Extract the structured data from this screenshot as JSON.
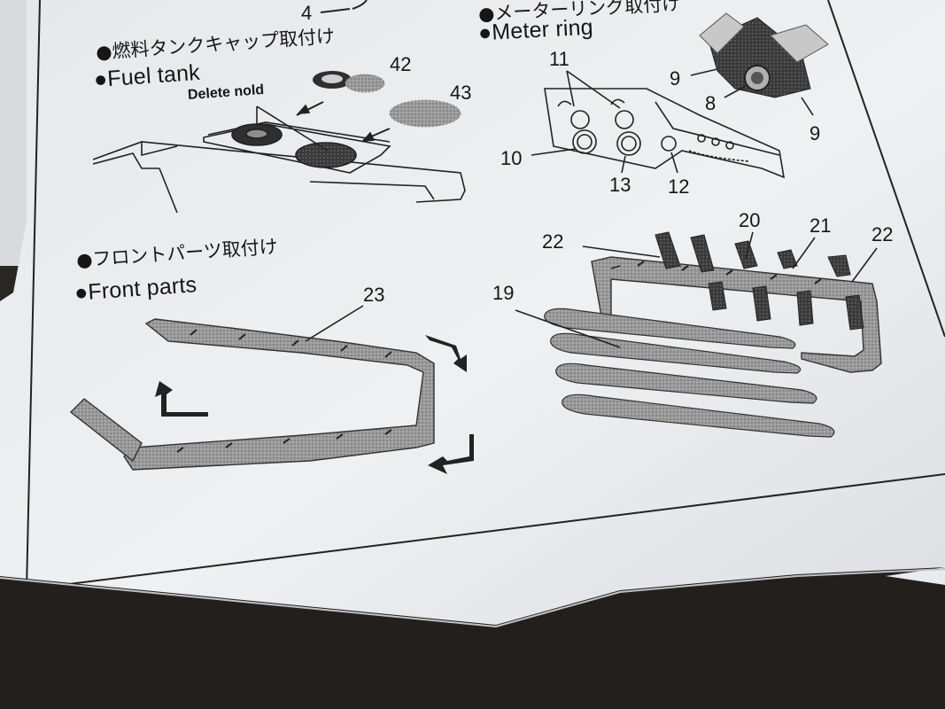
{
  "sections": {
    "fuel_tank": {
      "jp": "●燃料タンクキャップ取付け",
      "en": "●Fuel tank",
      "note": "Delete nold"
    },
    "meter_ring": {
      "jp": "●メーターリング取付け",
      "en": "●Meter ring"
    },
    "front_parts": {
      "jp": "●フロントパーツ取付け",
      "en": "●Front parts"
    }
  },
  "part_numbers": {
    "top": "4",
    "p42": "42",
    "p43": "43",
    "p11": "11",
    "p9a": "9",
    "p8": "8",
    "p9b": "9",
    "p10": "10",
    "p13": "13",
    "p12": "12",
    "p22a": "22",
    "p20": "20",
    "p21": "21",
    "p22b": "22",
    "p19": "19",
    "p23": "23"
  },
  "colors": {
    "paper": "#eceef0",
    "ink": "#161616",
    "part_fill": "#8d8d8d",
    "part_dark": "#3a3a3a",
    "background": "#2a2622"
  }
}
